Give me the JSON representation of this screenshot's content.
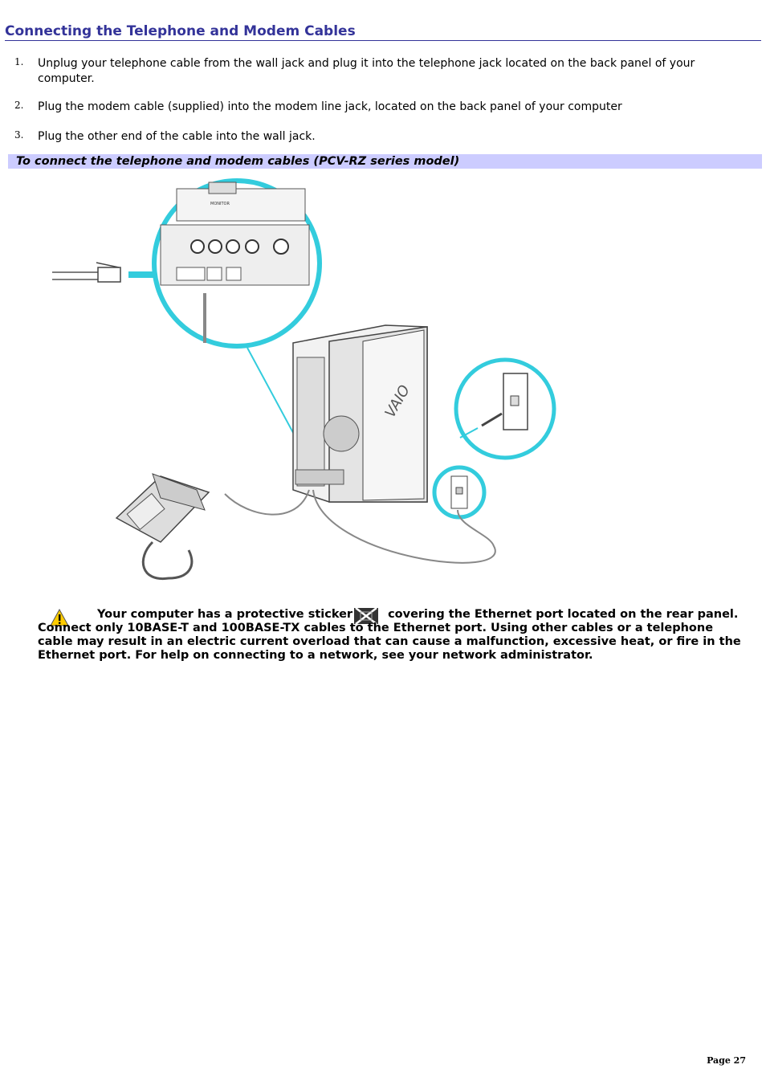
{
  "document": {
    "title": "Connecting the Telephone and Modem Cables",
    "steps": [
      {
        "num": "1.",
        "text": "Unplug your telephone cable from the wall jack and plug it into the telephone jack located on the back panel of your computer."
      },
      {
        "num": "2.",
        "text": "Plug the modem cable (supplied) into the modem line jack, located on the back panel of your computer"
      },
      {
        "num": "3.",
        "text": "Plug the other end of the cable into the wall jack."
      }
    ],
    "figure_heading": "To connect the telephone and modem cables (PCV-RZ series model)",
    "note": {
      "lead": "Your computer has a protective sticker",
      "rest": "covering the Ethernet port located on the rear panel. Connect only 10BASE-T and 100BASE-TX cables to the Ethernet port. Using other cables or a telephone cable may result in an electric current overload that can cause a malfunction, excessive heat, or fire in the Ethernet port. For help on connecting to a network, see your network administrator."
    },
    "page_number": "Page 27"
  },
  "figure": {
    "port_label_monitor": "MONITOR",
    "brand_logo": "VAIO"
  },
  "colors": {
    "title": "#333399",
    "subhead_bg": "#ccccff",
    "callout": "#33ccdd"
  }
}
